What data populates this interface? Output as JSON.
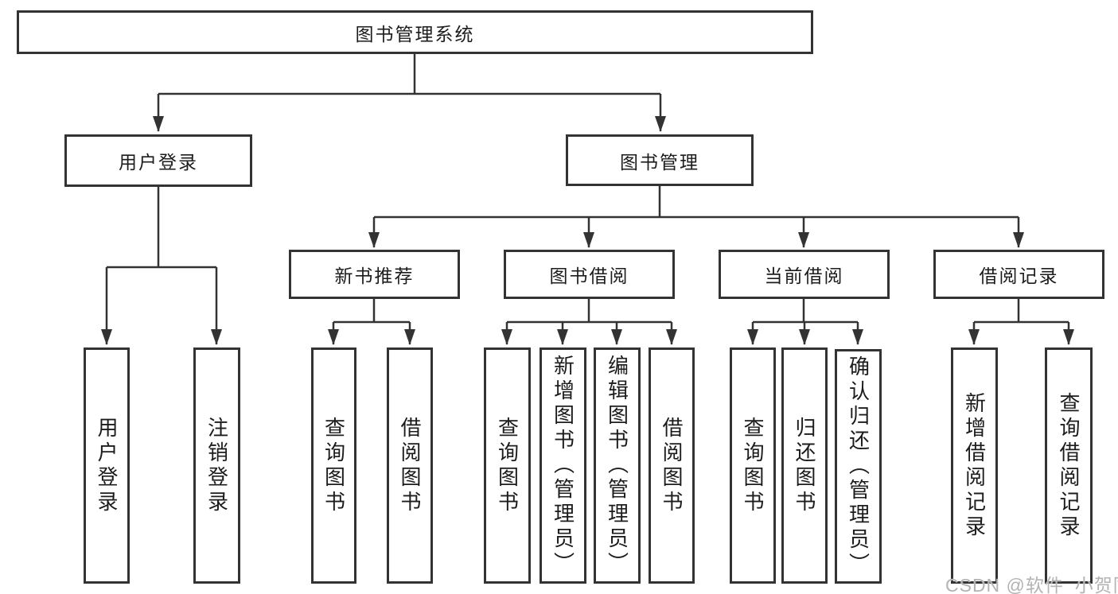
{
  "diagram": {
    "title": "图书管理系统",
    "branches": [
      {
        "label": "用户登录",
        "children": [
          "用户登录",
          "注销登录"
        ]
      },
      {
        "label": "图书管理",
        "sections": [
          {
            "label": "新书推荐",
            "children": [
              "查询图书",
              "借阅图书"
            ]
          },
          {
            "label": "图书借阅",
            "children": [
              "查询图书",
              "新增图书（管理员）",
              "编辑图书（管理员）",
              "借阅图书"
            ]
          },
          {
            "label": "当前借阅",
            "children": [
              "查询图书",
              "归还图书",
              "确认归还（管理员）"
            ]
          },
          {
            "label": "借阅记录",
            "children": [
              "新增借阅记录",
              "查询借阅记录"
            ]
          }
        ]
      }
    ]
  },
  "watermark": {
    "text": "CSDN @软件_小贺同学"
  },
  "colors": {
    "line": "#333333",
    "box_border": "#333333",
    "text": "#1c1c1c",
    "watermark_text": "#b3b3b3",
    "background": "#ffffff"
  }
}
